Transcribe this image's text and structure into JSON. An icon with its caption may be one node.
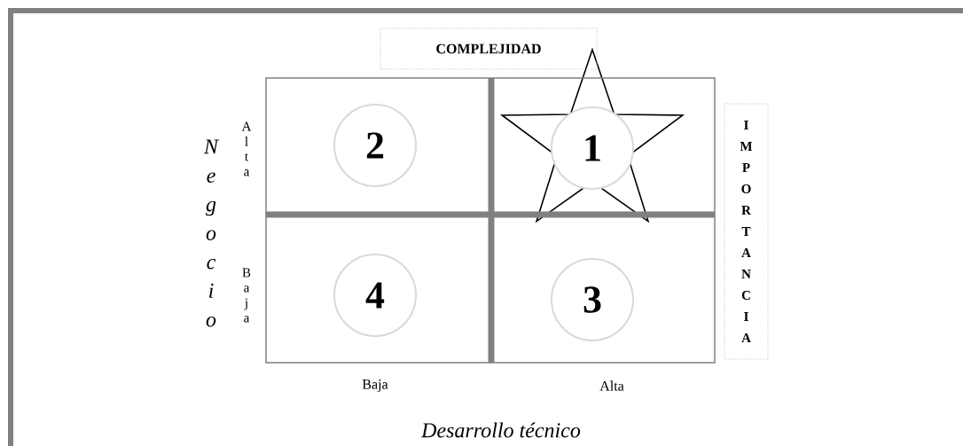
{
  "diagram": {
    "nodes": [
      {
        "text": [
          "COMPLEJIDAD"
        ]
      },
      {
        "text": [],
        "shape": "box"
      },
      {
        "text": [
          "2"
        ],
        "in": 1
      },
      {
        "text": [
          "1"
        ],
        "in": 1
      },
      {
        "text": [
          "4"
        ],
        "in": 1
      },
      {
        "text": [
          "3"
        ],
        "in": 1
      },
      {
        "text": [
          "IMPORTANCIA"
        ]
      }
    ],
    "labels": [
      "Negocio",
      "Alta",
      "Baja",
      "Baja",
      "Alta",
      "Desarrollo técnico"
    ]
  }
}
